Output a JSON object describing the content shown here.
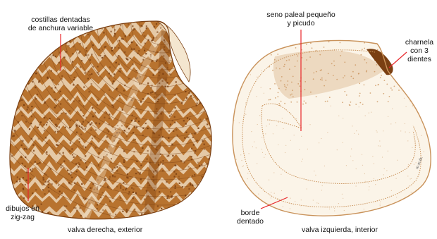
{
  "labels": {
    "ribs_l1": "costillas dentadas",
    "ribs_l2": "de anchura variable",
    "zigzag_l1": "dibujos en",
    "zigzag_l2": "zig-zag",
    "sinus_l1": "seno paleal pequeño",
    "sinus_l2": "y picudo",
    "hinge_l1": "charnela",
    "hinge_l2": "con 3",
    "hinge_l3": "dientes",
    "margin_l1": "borde",
    "margin_l2": "dentado"
  },
  "captions": {
    "left": "valva derecha, exterior",
    "right": "valva izquierda, interior"
  },
  "signature": "m.m.th.",
  "colors": {
    "shell_dark": "#7a3f12",
    "shell_mid": "#b8732f",
    "shell_light": "#f4e6cf",
    "interior_base": "#fbf4e8",
    "interior_stipple": "#c9925a",
    "leader_line": "#e8262a"
  }
}
